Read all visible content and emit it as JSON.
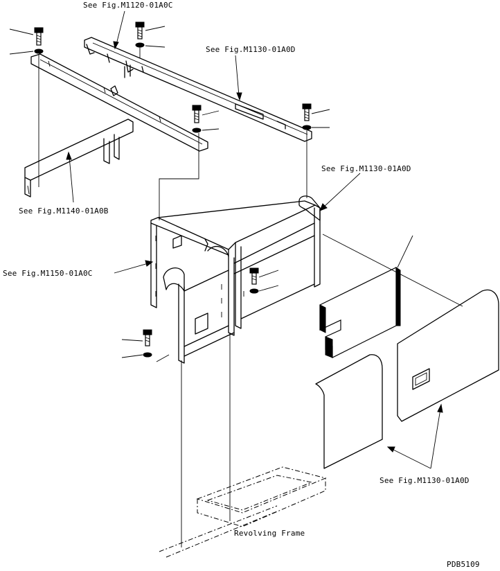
{
  "labels": {
    "ref_top": "See Fig.M1120-01A0C",
    "ref_top_right": "See Fig.M1130-01A0D",
    "ref_mid_right": "See Fig.M1130-01A0D",
    "ref_left": "See Fig.M1140-01A0B",
    "ref_frame": "See Fig.M1150-01A0C",
    "ref_bottom_right": "See Fig.M1130-01A0D",
    "revolving_frame": "Revolving Frame",
    "drawing_code": "PDB5109"
  }
}
